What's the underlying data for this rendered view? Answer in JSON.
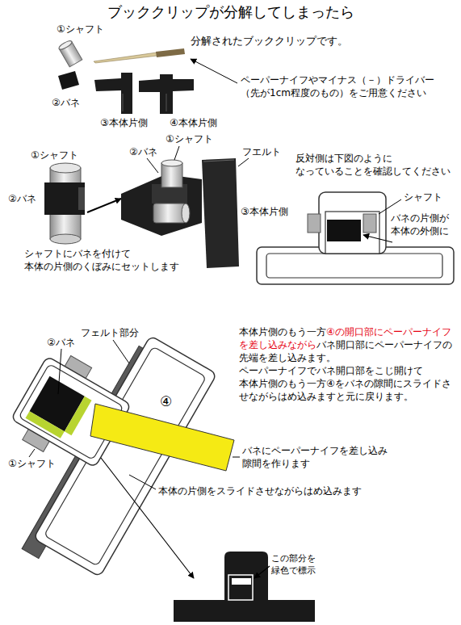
{
  "diagram": {
    "title": "ブッククリップが分解してしまったら",
    "labels": [
      "①シャフト",
      "分解されたブッククリップです。",
      "②バネ",
      "ペーパーナイフやマイナス（－）ドライバー （先が1cm程度のもの）をご用意ください",
      "③本体片側",
      "④本体片側",
      "①シャフト",
      "②バネ",
      "②バネ",
      "①シャフト",
      "フエルト",
      "反対側は下図のように なっていることを確認してください",
      "シャフト",
      "③本体片側",
      "バネの片側が 本体の外側に",
      "シャフトにバネを付けて 本体の片側のくぼみにセットします",
      "フェルト部分",
      "②バネ",
      "本体片側のもう一方",
      "④の開口部にペーパーナイフを差し込みながら",
      "バネ開口部にペーパーナイフの先端を差し込みます。",
      "ペーパーナイフでバネ開口部をこじ開けて",
      "本体片側のもう一方④をバネの隙間にスライドさせながらはめ込みますと元に戻ります。",
      "④",
      "バネにペーパーナイフを差し込み 隙間を作ります",
      "①シャフト",
      "本体の片側をスライドさせながらはめ込みます",
      "この部分を 緑色で標示"
    ]
  }
}
